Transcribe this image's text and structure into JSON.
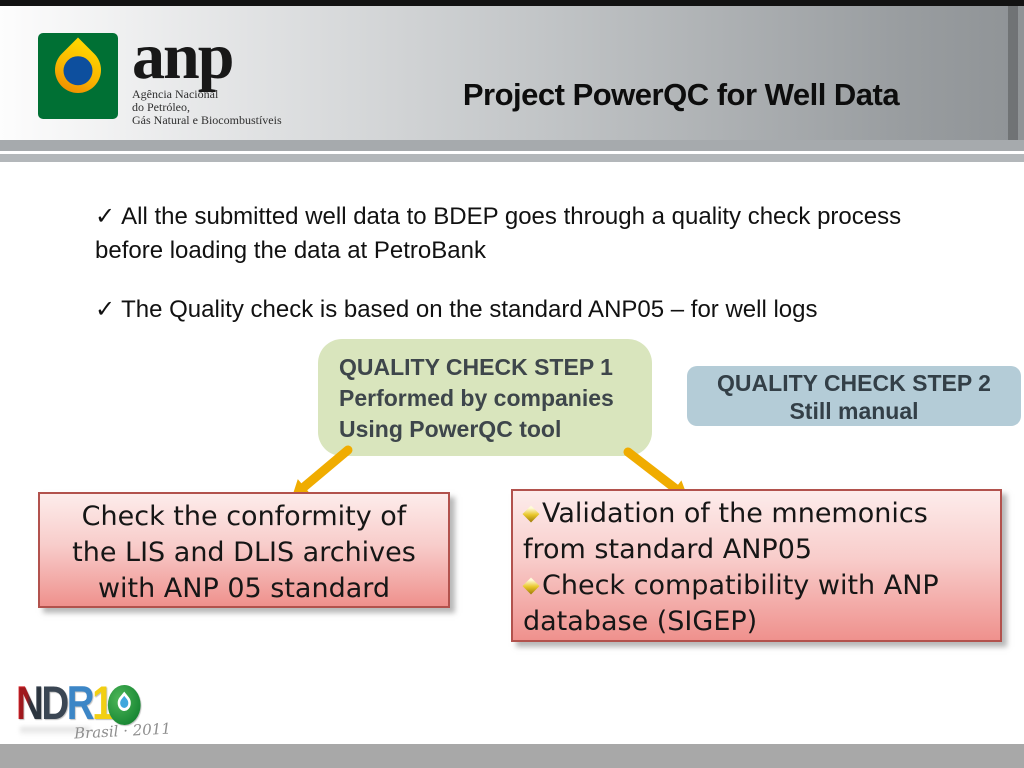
{
  "header": {
    "title": "Project PowerQC for Well Data",
    "logo": {
      "wordmark": "anp",
      "caption_line1": "Agência Nacional",
      "caption_line2": "do Petróleo,",
      "caption_line3": "Gás Natural e Biocombustíveis"
    }
  },
  "bullets": [
    {
      "glyph": "✓",
      "text": "All the submitted well data to BDEP goes through a quality check process before loading the data at PetroBank"
    },
    {
      "glyph": "✓",
      "text": "The Quality check is based on the standard ANP05 – for well logs"
    }
  ],
  "step1_box": {
    "lines": [
      "QUALITY CHECK STEP 1",
      "Performed by companies",
      "Using PowerQC tool"
    ],
    "fill": "#d9e5bd"
  },
  "step2_box": {
    "lines": [
      "QUALITY CHECK STEP 2",
      "Still manual"
    ],
    "fill": "#b4ccd7"
  },
  "left_result_box": {
    "lines": [
      "Check the conformity of",
      "the LIS and DLIS archives",
      "with ANP 05 standard"
    ]
  },
  "right_result_box": {
    "items": [
      {
        "glyph": "◆",
        "line1": "Validation of the mnemonics",
        "line2": "from standard ANP05"
      },
      {
        "glyph": "◆",
        "line1": "Check compatibility with ANP",
        "line2": "database (SIGEP)"
      }
    ]
  },
  "footer": {
    "logo": {
      "n": "N",
      "d": "D",
      "r": "R",
      "one": "1"
    },
    "tagline": "Brasil · 2011"
  },
  "colors": {
    "arrow": "#f0ac00",
    "step1_fill": "#d9e5bd",
    "step2_fill": "#b4ccd7",
    "result_border": "#b2524d",
    "result_fill_top": "#fdeceb",
    "result_fill_bottom": "#ef918d",
    "header_dark": "#8f9396",
    "bottom_bar": "#a8a8a8",
    "anp_green": "#007034",
    "anp_blue": "#0d4f9e"
  }
}
